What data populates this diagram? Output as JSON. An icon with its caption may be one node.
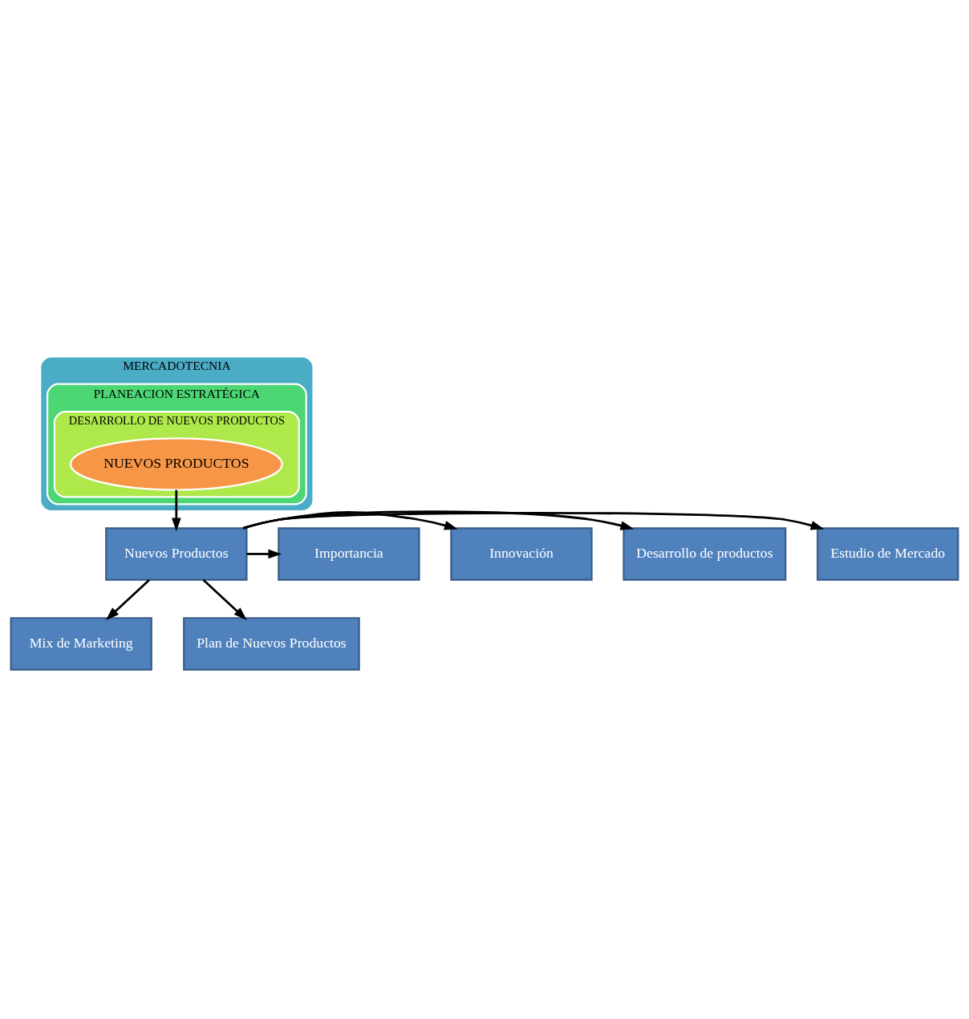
{
  "diagram": {
    "nodes": [
      {
        "text": [
          "MERCADOTECNIA"
        ]
      },
      {
        "text": [
          "PLANEACION ESTRATÉGICA"
        ],
        "in": 0
      },
      {
        "text": [
          "DESARROLLO DE NUEVOS PRODUCTOS"
        ],
        "in": 1
      },
      {
        "text": [
          "NUEVOS PRODUCTOS"
        ],
        "in": 2
      },
      {
        "text": [
          "Nuevos Productos"
        ]
      },
      {
        "text": [
          "Estudio de Mercado"
        ]
      },
      {
        "text": [
          "Desarrollo de productos"
        ]
      },
      {
        "text": [
          "Innovación"
        ]
      },
      {
        "text": [
          "Importancia"
        ]
      },
      {
        "text": [
          "Mix de Marketing"
        ]
      },
      {
        "text": [
          "Plan de Nuevos Productos"
        ]
      }
    ],
    "edges": [
      {
        "from": 3,
        "to": 4,
        "arrow": "to"
      },
      {
        "from": 4,
        "to": 5,
        "arrow": "to"
      },
      {
        "from": 4,
        "to": 6,
        "arrow": "to"
      },
      {
        "from": 4,
        "to": 7,
        "arrow": "to"
      },
      {
        "from": 4,
        "to": 8,
        "arrow": "to"
      },
      {
        "from": 4,
        "to": 9,
        "arrow": "to"
      },
      {
        "from": 4,
        "to": 10,
        "arrow": "to"
      }
    ]
  }
}
